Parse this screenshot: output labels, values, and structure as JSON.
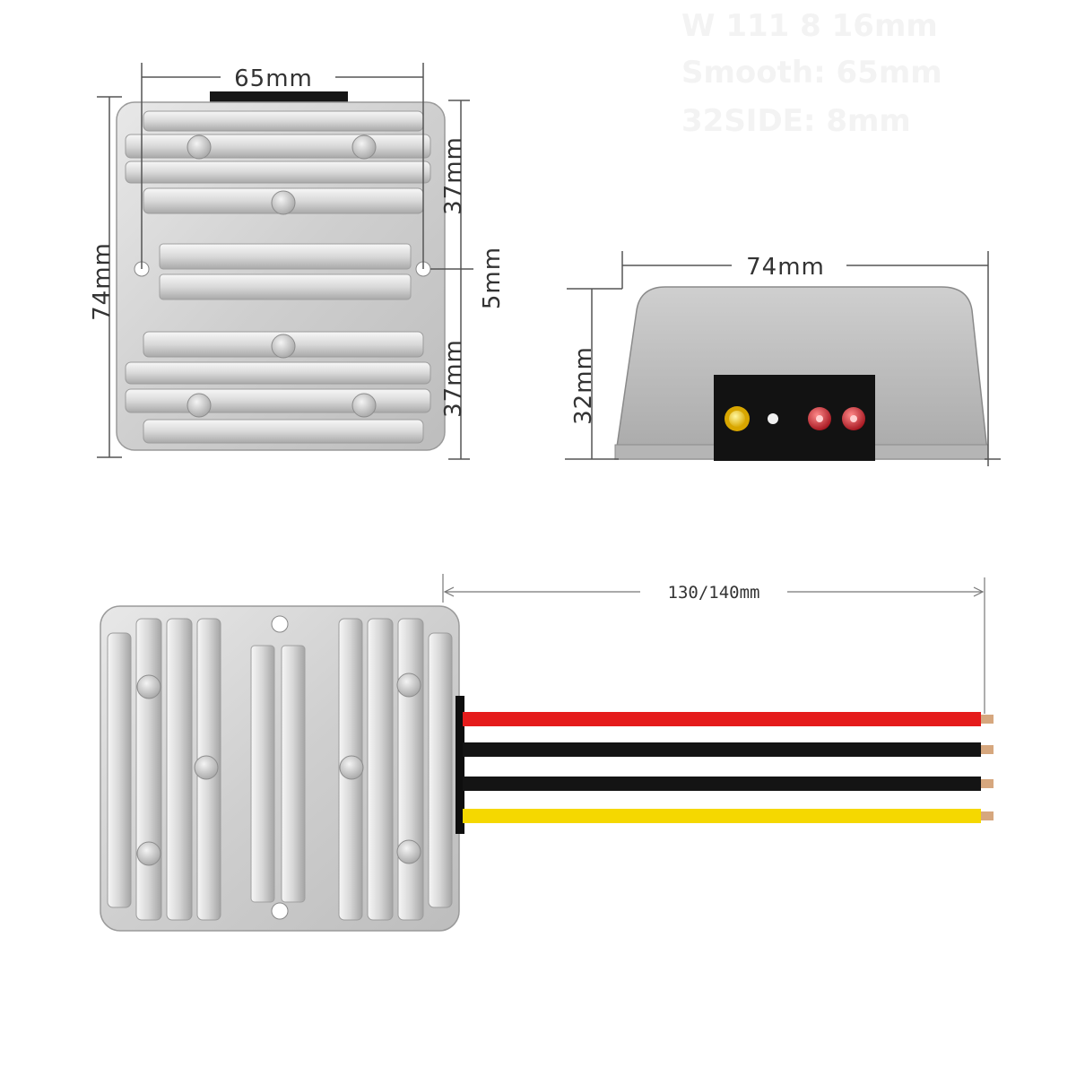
{
  "faint_text": [
    "W 111 8 16mm",
    "Smooth: 65mm",
    "32SIDE: 8mm"
  ],
  "top_view": {
    "width_label": "65mm",
    "height_label": "74mm",
    "upper_section_label": "37mm",
    "hole_label": "5mm",
    "lower_section_label": "37mm"
  },
  "side_view": {
    "width_label": "74mm",
    "height_label": "32mm",
    "terminals": [
      {
        "name": "yellow-terminal",
        "color": "#f2c800"
      },
      {
        "name": "white-terminal",
        "color": "#f0f0f0"
      },
      {
        "name": "red-terminal-1",
        "color": "#d4202a"
      },
      {
        "name": "red-terminal-2",
        "color": "#d4202a"
      }
    ]
  },
  "wire_view": {
    "length_label": "130/140mm",
    "wires": [
      {
        "name": "red-wire",
        "color": "#e51b1b"
      },
      {
        "name": "black-wire-1",
        "color": "#141414"
      },
      {
        "name": "black-wire-2",
        "color": "#141414"
      },
      {
        "name": "yellow-wire",
        "color": "#f5d800"
      }
    ]
  }
}
